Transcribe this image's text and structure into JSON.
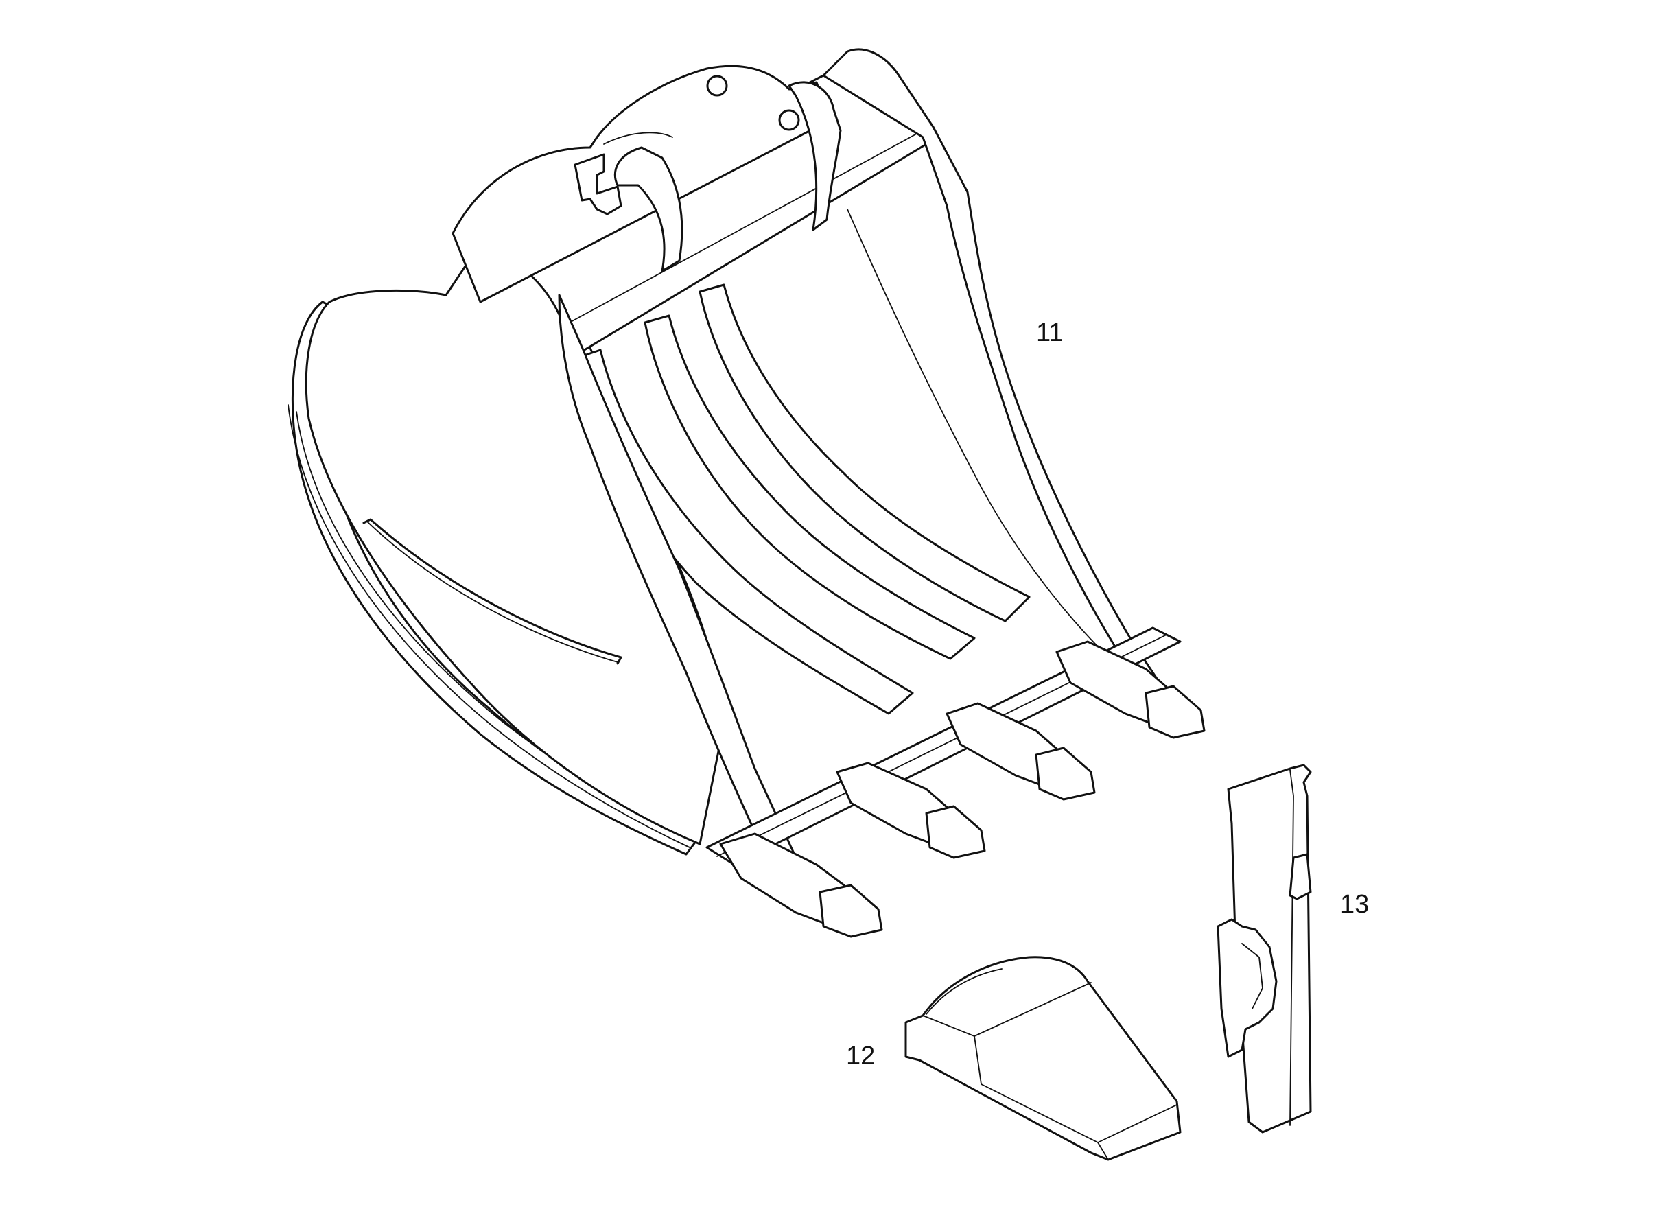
{
  "diagram": {
    "callouts": [
      {
        "id": "part-11",
        "label": "11"
      },
      {
        "id": "part-12",
        "label": "12"
      },
      {
        "id": "part-13",
        "label": "13"
      }
    ],
    "colors": {
      "line": "#111111",
      "background": "#ffffff"
    }
  }
}
